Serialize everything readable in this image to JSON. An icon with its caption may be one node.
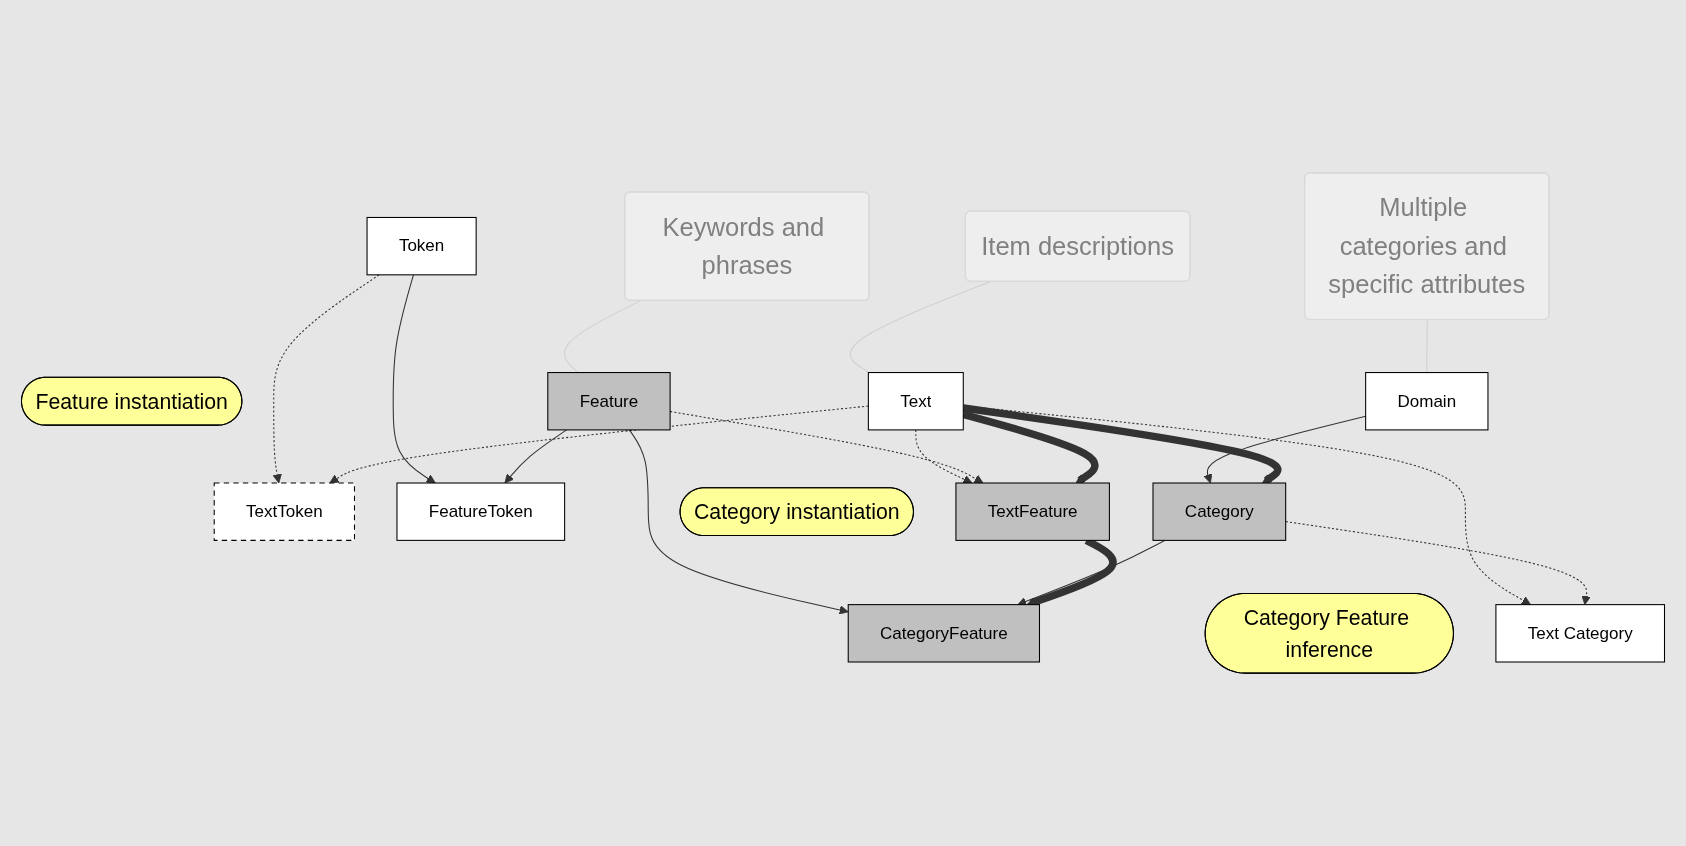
{
  "diagram": {
    "nodes": [
      {
        "text": [
          "Item descriptions"
        ]
      },
      {
        "text": [
          "Token"
        ]
      },
      {
        "text": [
          "Keywords and phrases"
        ]
      },
      {
        "text": [
          "TextToken"
        ]
      },
      {
        "text": [
          "Feature instantiation"
        ]
      },
      {
        "text": [
          "FeatureToken"
        ]
      },
      {
        "text": [
          "Text"
        ]
      },
      {
        "text": [
          "TextFeature"
        ]
      },
      {
        "text": [
          "Feature"
        ]
      },
      {
        "text": [
          "Text Category"
        ]
      },
      {
        "text": [
          "CategoryFeature"
        ]
      },
      {
        "text": [
          "Category Feature inference"
        ]
      },
      {
        "text": [
          "Category instantiation"
        ]
      },
      {
        "text": [
          "Category"
        ]
      },
      {
        "text": [
          "Domain"
        ]
      },
      {
        "text": [
          "Multiple categories and specific attributes"
        ]
      }
    ],
    "edges": [
      {
        "from": 1,
        "to": 3,
        "arrow": "to",
        "style": "dashed"
      },
      {
        "from": 1,
        "to": 5,
        "arrow": "to"
      },
      {
        "from": 6,
        "to": 3,
        "arrow": "to",
        "style": "dashed"
      },
      {
        "from": 8,
        "to": 5,
        "arrow": "to"
      },
      {
        "from": 6,
        "to": 7,
        "arrow": "to",
        "style": "dashed"
      },
      {
        "from": 8,
        "to": 7,
        "arrow": "to",
        "style": "dashed"
      },
      {
        "from": 6,
        "to": 9,
        "arrow": "to",
        "style": "dashed"
      },
      {
        "from": 8,
        "to": 10,
        "arrow": "to"
      },
      {
        "from": 13,
        "to": 9,
        "arrow": "to",
        "style": "dashed"
      },
      {
        "from": 13,
        "to": 10,
        "arrow": "to"
      },
      {
        "from": 14,
        "to": 13,
        "arrow": "to"
      },
      {
        "from": 6,
        "to": 7,
        "arrow": "to",
        "style": "thick"
      },
      {
        "from": 7,
        "to": 10,
        "arrow": "to",
        "style": "thick"
      },
      {
        "from": 6,
        "to": 13,
        "arrow": "to",
        "style": "thick"
      },
      {
        "from": 0,
        "to": 6,
        "arrow": "none",
        "color": "#d0d0d0"
      },
      {
        "from": 2,
        "to": 8,
        "arrow": "none",
        "color": "#d0d0d0"
      },
      {
        "from": 15,
        "to": 14,
        "arrow": "none",
        "color": "#d0d0d0"
      }
    ]
  }
}
